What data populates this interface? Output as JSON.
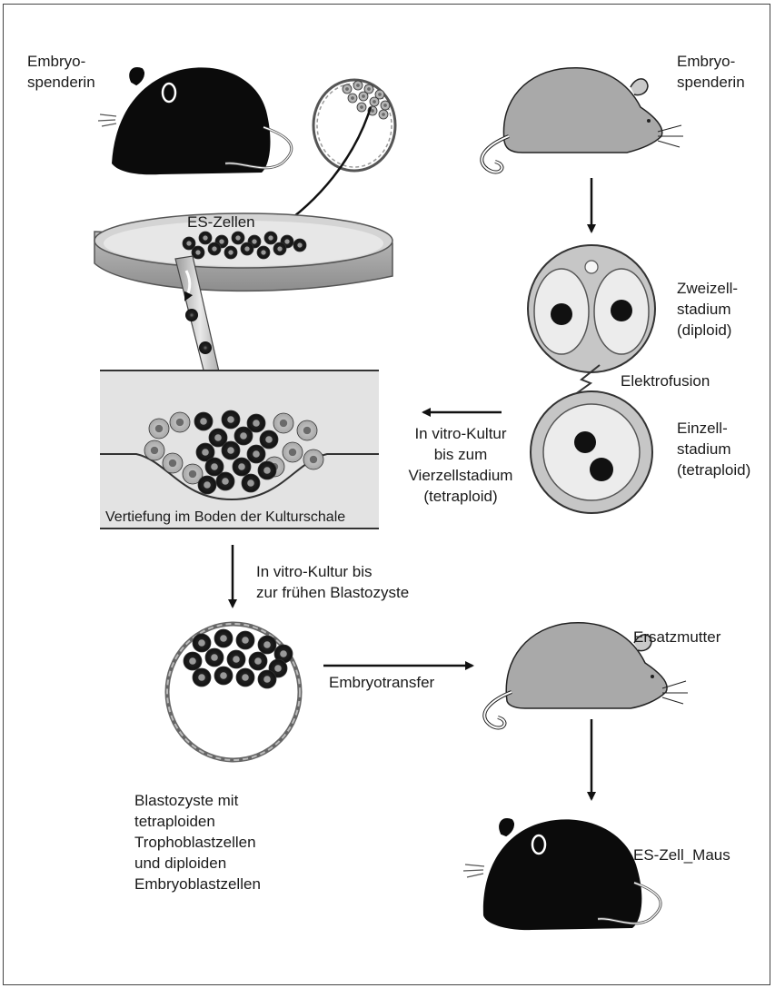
{
  "labels": {
    "donor_left": "Embryo-\nspenderin",
    "donor_right": "Embryo-\nspenderin",
    "es_cells": "ES-Zellen",
    "two_cell": "Zweizell-\nstadium\n(diploid)",
    "electrofusion": "Elektrofusion",
    "one_cell": "Einzell-\nstadium\n(tetraploid)",
    "culture_four_cell": "In vitro-Kultur\nbis zum\nVierzellstadium\n(tetraploid)",
    "well": "Vertiefung im Boden der Kulturschale",
    "culture_blastocyst": "In vitro-Kultur bis\nzur frühen Blastozyste",
    "embryo_transfer": "Embryotransfer",
    "surrogate": "Ersatzmutter",
    "blastocyst_desc": "Blastozyste mit\ntetraploiden\nTrophoblastzellen\nund diploiden\nEmbryoblastzellen",
    "es_mouse": "ES-Zell_Maus"
  },
  "colors": {
    "black_mouse": "#0b0b0b",
    "grey_mouse": "#a9a9a9",
    "outline": "#222222",
    "well_fill": "#e6e6e6",
    "dish_fill": "#cfcfcf",
    "zygote_outer": "#c8c8c8",
    "zygote_inner": "#ececec"
  }
}
